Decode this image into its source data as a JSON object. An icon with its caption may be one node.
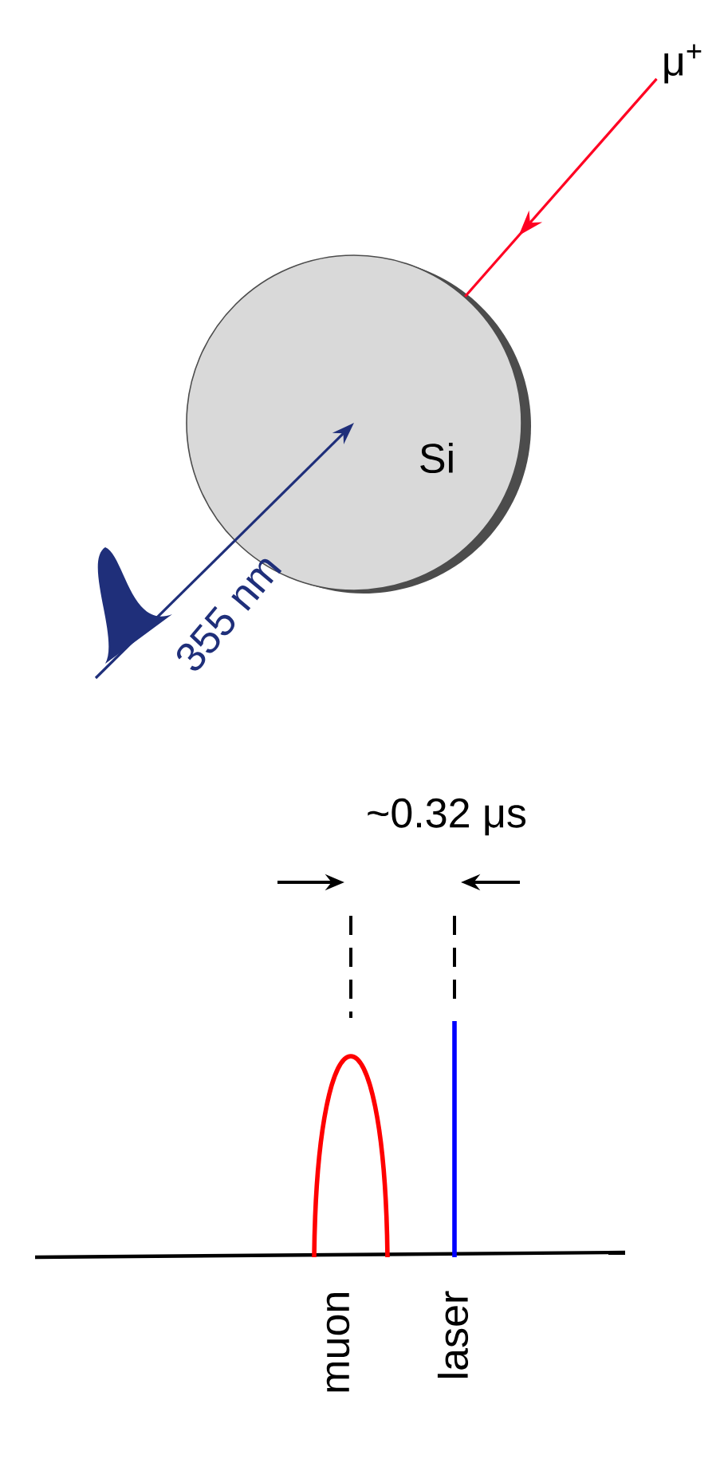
{
  "diagram": {
    "nodes": [
      {
        "text": [
          "μ$^{+}$"
        ]
      },
      {
        "text": [
          "Si"
        ]
      }
    ],
    "edges": [
      {
        "from": 0,
        "to": 1,
        "arrow": "to",
        "color": "#ff0022"
      },
      {
        "from": null,
        "to": 1,
        "arrow": "to",
        "label": "355 nm",
        "color": "#1f2f7a"
      }
    ],
    "labels": [
      "~0.32 μs",
      "muon",
      "laser"
    ]
  }
}
